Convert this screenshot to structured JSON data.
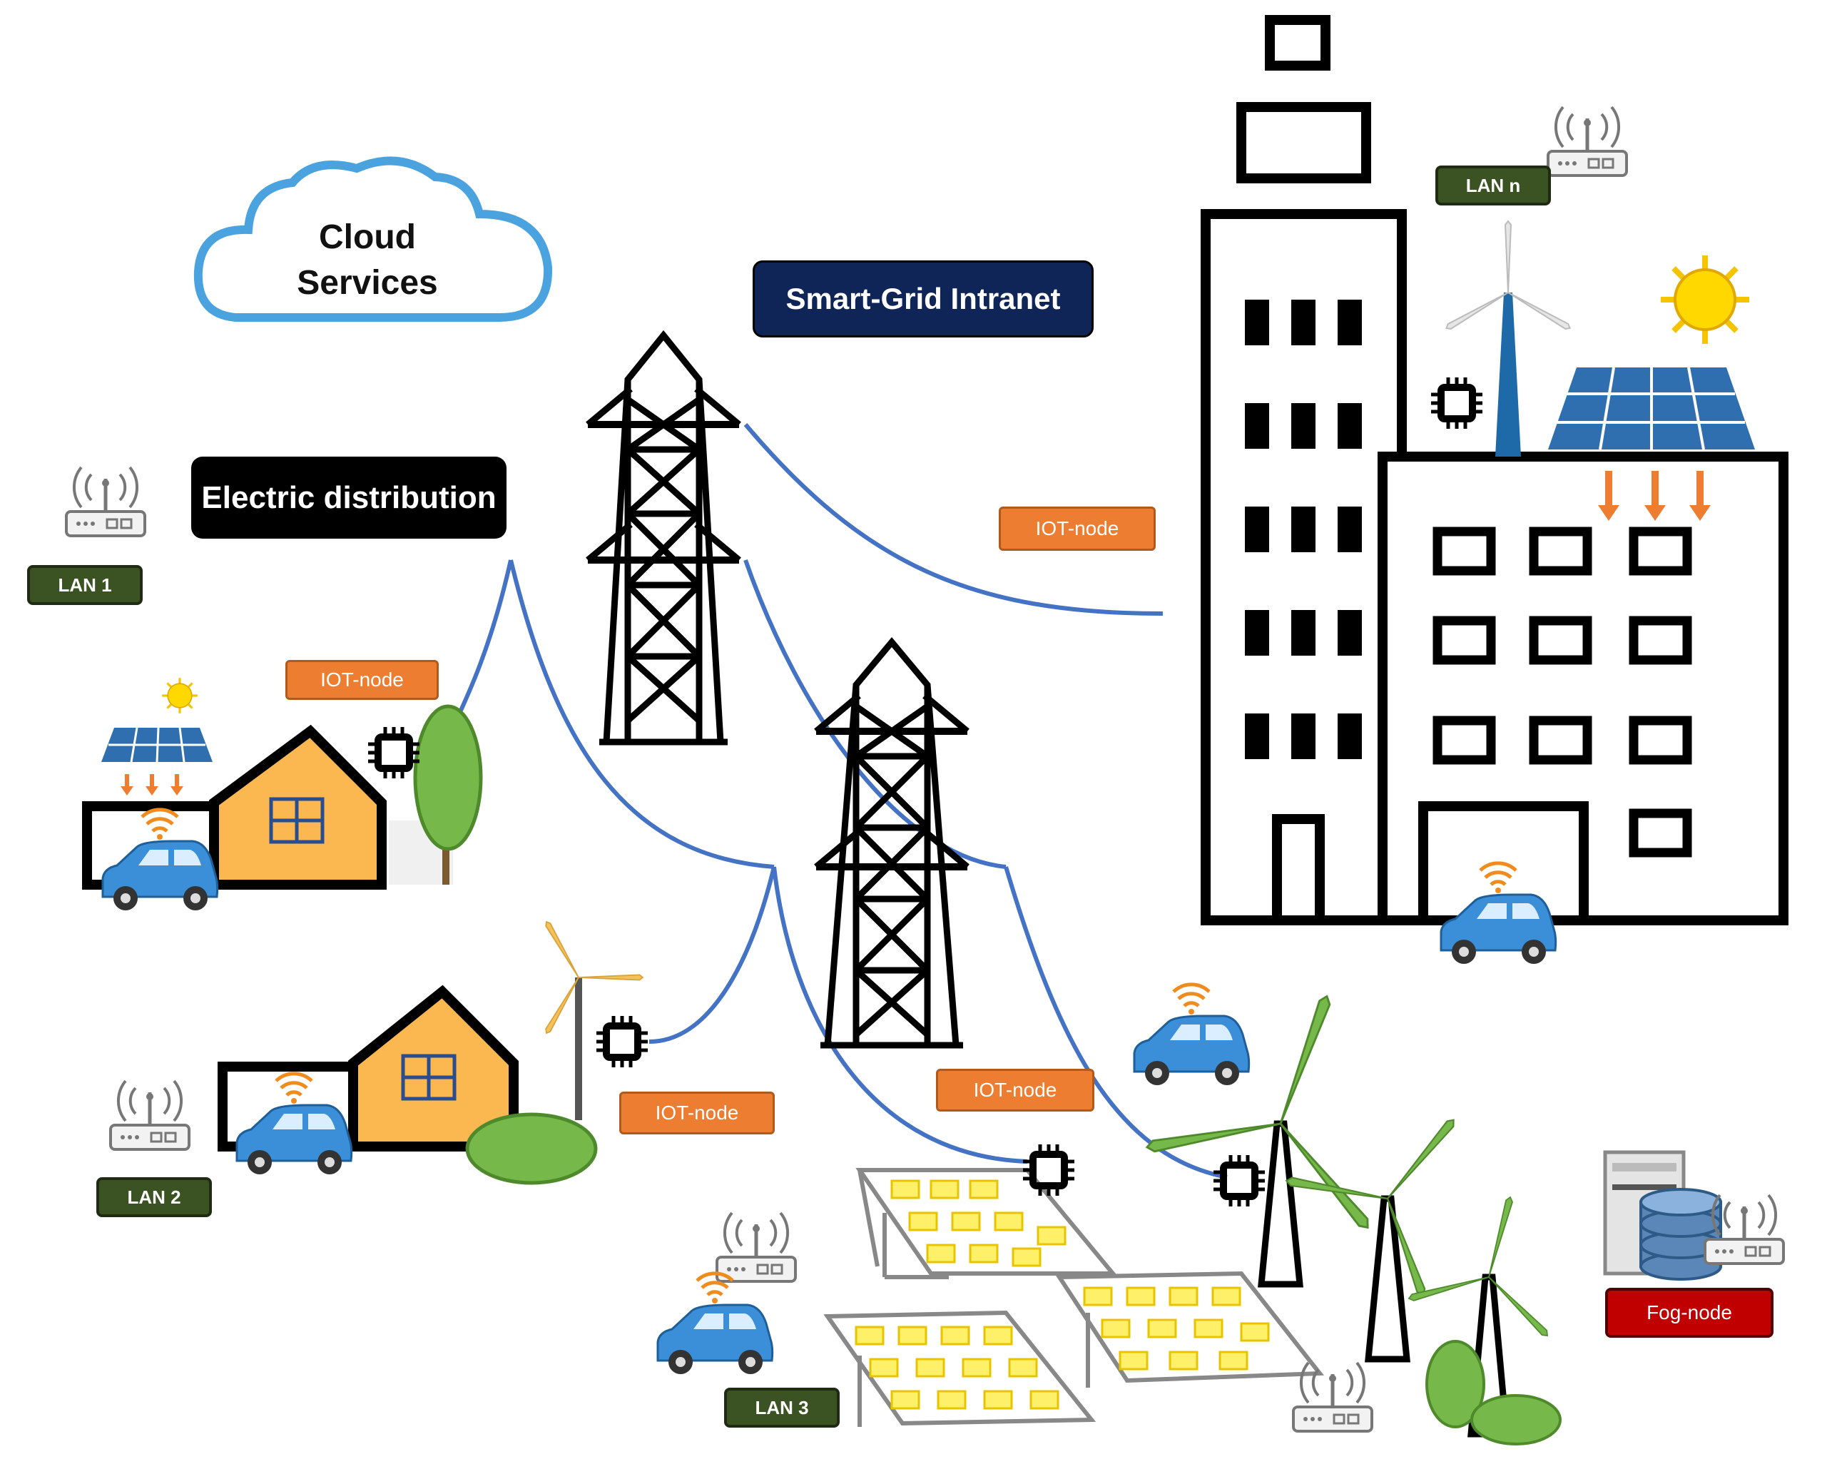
{
  "cloud": {
    "line1": "Cloud",
    "line2": "Services"
  },
  "labels": {
    "intranet": "Smart-Grid Intranet",
    "distribution": "Electric distribution",
    "iot_node": "IOT-node",
    "fog_node": "Fog-node"
  },
  "lans": {
    "lan1": "LAN 1",
    "lan2": "LAN 2",
    "lan3": "LAN 3",
    "lann": "LAN n"
  },
  "colors": {
    "cable": "#4472c4",
    "cloud_outline": "#4aa3df",
    "lan_badge": "#3b5323",
    "iot_badge": "#ed7d31",
    "fog_badge": "#c00000",
    "intranet_badge": "#0f2457",
    "panel_blue": "#2f6fb0",
    "panel_yellow": "#fff06a",
    "house": "#fbb850",
    "car": "#3a8fd8",
    "tree": "#77b84a"
  },
  "icons": [
    "cloud-icon",
    "transmission-tower-icon",
    "chip-icon",
    "router-icon",
    "solar-panel-icon",
    "sun-icon",
    "wind-turbine-icon",
    "house-icon",
    "car-icon",
    "tree-icon",
    "building-icon",
    "server-icon",
    "database-icon"
  ]
}
